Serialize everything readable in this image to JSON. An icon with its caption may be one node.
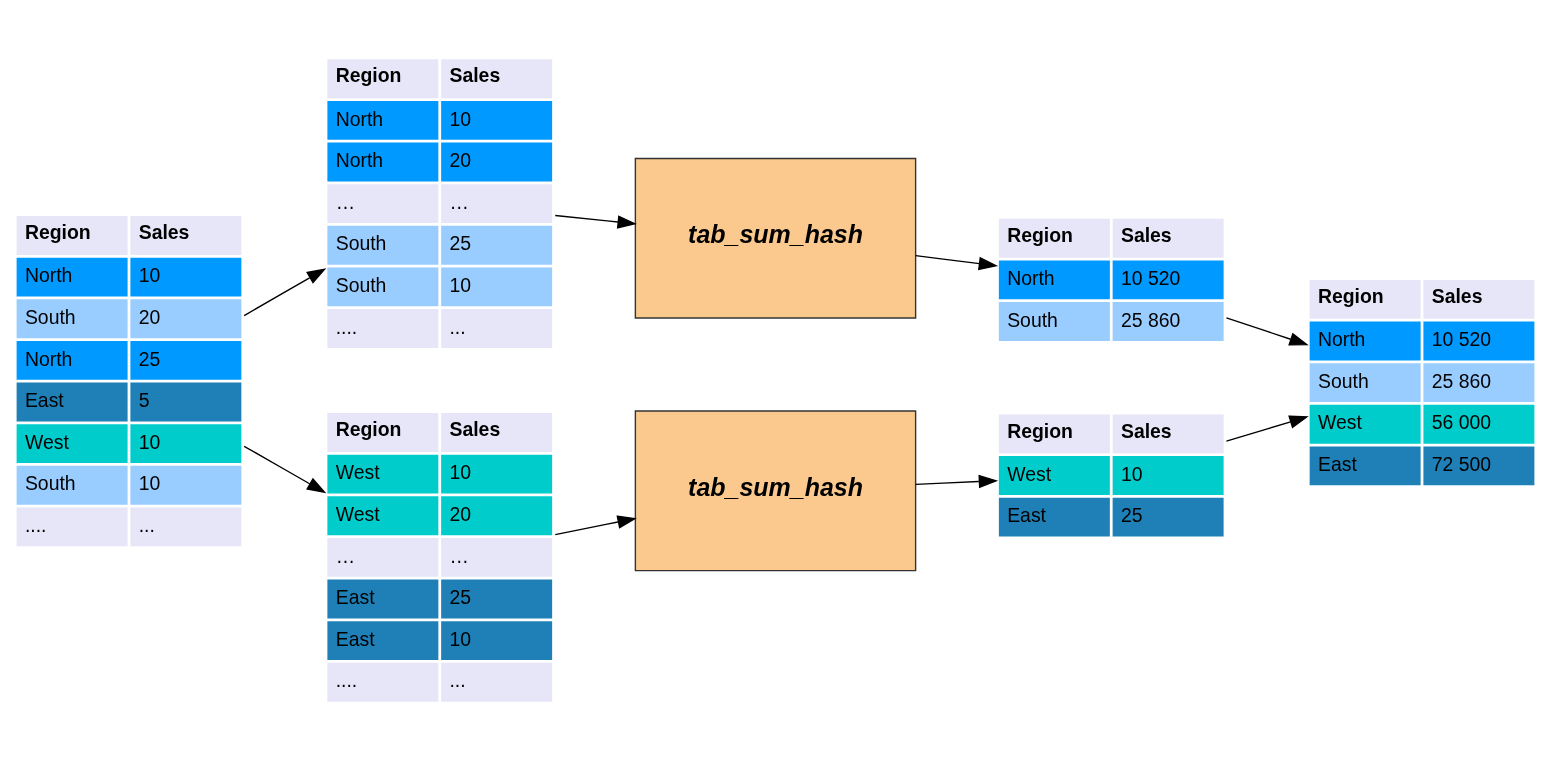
{
  "diagram": {
    "nodes": [
      {
        "text": [
          "Region",
          "Sales",
          "North",
          "10",
          "South",
          "20",
          "North",
          "25",
          "East",
          "5",
          "West",
          "10",
          "South",
          "10",
          "....",
          "..."
        ]
      },
      {
        "text": [
          "Region",
          "Sales",
          "North",
          "10",
          "North",
          "20",
          "…",
          "…",
          "South",
          "25",
          "South",
          "10",
          "....",
          "..."
        ]
      },
      {
        "text": [
          "Region",
          "Sales",
          "West",
          "10",
          "West",
          "20",
          "…",
          "…",
          "East",
          "25",
          "East",
          "10",
          "....",
          "..."
        ]
      },
      {
        "text": [
          "tab_sum_hash"
        ]
      },
      {
        "text": [
          "tab_sum_hash"
        ]
      },
      {
        "text": [
          "Region",
          "Sales",
          "North",
          "10 520",
          "South",
          "25 860"
        ]
      },
      {
        "text": [
          "Region",
          "Sales",
          "West",
          "10",
          "East",
          "25"
        ]
      },
      {
        "text": [
          "Region",
          "Sales",
          "North",
          "10 520",
          "South",
          "25 860",
          "West",
          "56 000",
          "East",
          "72 500"
        ]
      }
    ],
    "edges": [
      {
        "from": 0,
        "to": 1,
        "arrow": "to"
      },
      {
        "from": 0,
        "to": 2,
        "arrow": "to"
      },
      {
        "from": 1,
        "to": 3,
        "arrow": "to"
      },
      {
        "from": 3,
        "to": 5,
        "arrow": "to"
      },
      {
        "from": 2,
        "to": 4,
        "arrow": "to"
      },
      {
        "from": 4,
        "to": 6,
        "arrow": "to"
      },
      {
        "from": 5,
        "to": 7,
        "arrow": "to"
      },
      {
        "from": 6,
        "to": 7,
        "arrow": "to"
      }
    ]
  }
}
